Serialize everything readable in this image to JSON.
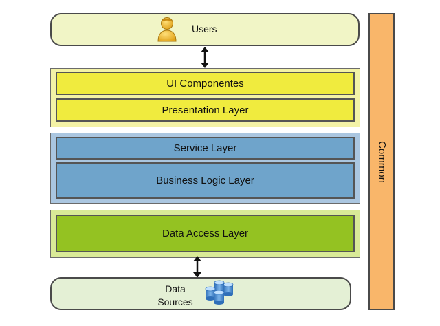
{
  "users": {
    "label": "Users"
  },
  "layers": {
    "ui_componentes": "UI Componentes",
    "presentation": "Presentation Layer",
    "service": "Service Layer",
    "business_logic": "Business Logic Layer",
    "data_access": "Data Access Layer"
  },
  "data_sources": {
    "line1": "Data",
    "line2": "Sources"
  },
  "common": {
    "label": "Common"
  },
  "colors": {
    "users_fill": "#f1f5c6",
    "presentation_group": "#f3f2a6",
    "presentation_layers": "#f0eb3e",
    "business_group": "#aac6e0",
    "business_layers": "#6fa4cb",
    "data_group": "#d9ea97",
    "data_access_layer": "#94c222",
    "data_sources_fill": "#e4f0d5",
    "common_fill": "#f9b66a"
  },
  "icons": {
    "users": "user-icon",
    "data_sources": "database-icon",
    "connectors": "double-arrow-icon"
  }
}
